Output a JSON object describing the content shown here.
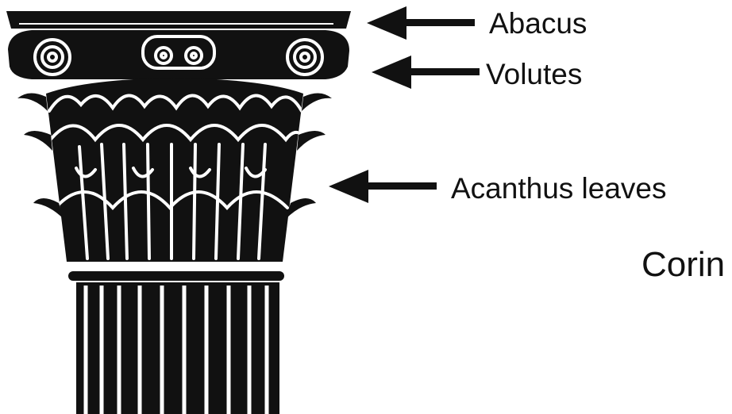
{
  "labels": {
    "abacus": "Abacus",
    "volutes": "Volutes",
    "acanthus": "Acanthus leaves",
    "title": "Corin"
  },
  "colors": {
    "ink": "#111111",
    "background": "#ffffff"
  },
  "icons": {
    "arrow": "left-arrow-icon",
    "capital": "corinthian-capital-icon"
  }
}
